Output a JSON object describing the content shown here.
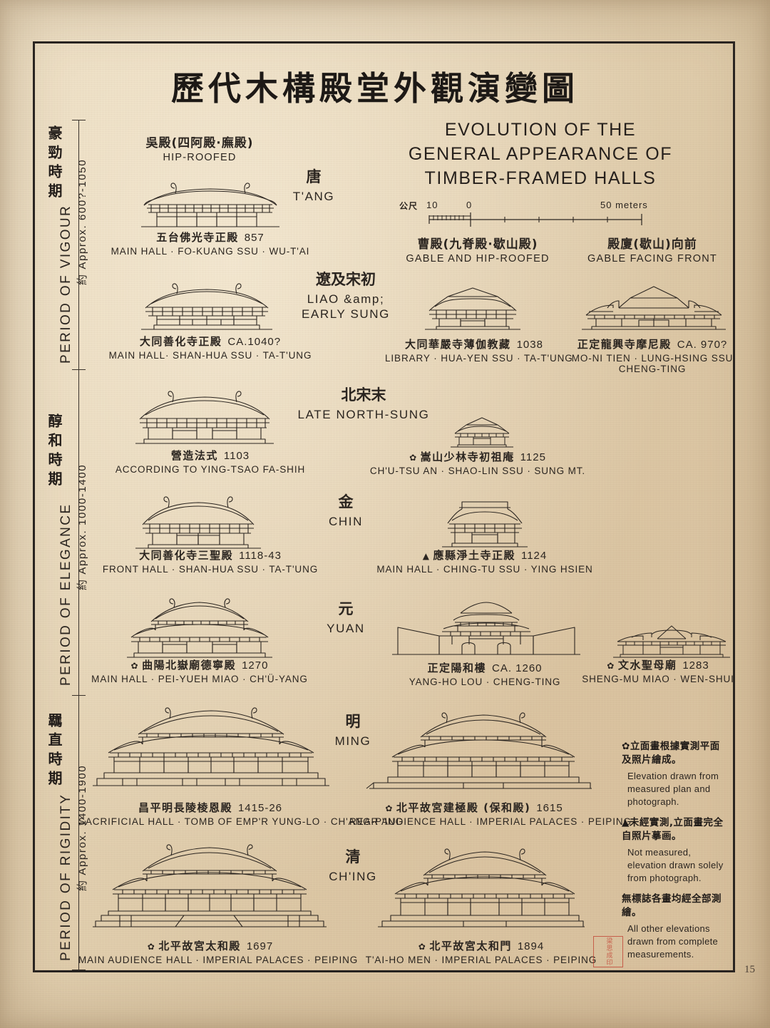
{
  "sheet": {
    "title_cn": "歷代木構殿堂外觀演變圖",
    "title_en_line1": "EVOLUTION OF THE",
    "title_en_line2": "GENERAL APPEARANCE OF",
    "title_en_line3": "TIMBER-FRAMED HALLS",
    "page_number": "15",
    "seal_text": "梁思成印"
  },
  "scale_bar": {
    "left_unit_cn": "公尺",
    "left_tick": "10",
    "zero": "0",
    "right_label": "50 meters"
  },
  "periods": [
    {
      "cn": "豪勁時期",
      "en": "PERIOD OF VIGOUR",
      "years": "約 Approx. 600?-1050"
    },
    {
      "cn": "醇和時期",
      "en": "PERIOD OF ELEGANCE",
      "years": "約 Approx. 1000-1400"
    },
    {
      "cn": "羈直時期",
      "en": "PERIOD OF RIGIDITY",
      "years": "約 Approx. 1400-1900"
    }
  ],
  "roof_types": [
    {
      "cn": "吳殿(四阿殿·廡殿)",
      "en": "HIP-ROOFED"
    },
    {
      "cn": "曹殿(九脊殿·歇山殿)",
      "en": "GABLE AND HIP-ROOFED"
    },
    {
      "cn": "殿廈(歇山)向前",
      "en": "GABLE FACING FRONT"
    }
  ],
  "dynasties": [
    {
      "cn": "唐",
      "en": "T'ANG"
    },
    {
      "cn": "遼及宋初",
      "en": "LIAO &amp;\nEARLY SUNG"
    },
    {
      "cn": "北宋末",
      "en": "LATE NORTH-SUNG"
    },
    {
      "cn": "金",
      "en": "CHIN"
    },
    {
      "cn": "元",
      "en": "YUAN"
    },
    {
      "cn": "明",
      "en": "MING"
    },
    {
      "cn": "清",
      "en": "CH'ING"
    }
  ],
  "buildings": [
    {
      "mark": "",
      "cn": "五台佛光寺正殿",
      "date": "857",
      "en": "MAIN HALL · FO-KUANG SSU · WU-T'AI",
      "en2": ""
    },
    {
      "mark": "",
      "cn": "大同善化寺正殿",
      "date": "CA.1040?",
      "en": "MAIN HALL· SHAN-HUA SSU · TA-T'UNG",
      "en2": ""
    },
    {
      "mark": "",
      "cn": "大同華嚴寺薄伽教藏",
      "date": "1038",
      "en": "LIBRARY · HUA-YEN SSU · TA-T'UNG",
      "en2": ""
    },
    {
      "mark": "",
      "cn": "正定龍興寺摩尼殿",
      "date": "CA. 970?",
      "en": "MO-NI TIEN · LUNG-HSING SSU",
      "en2": "CHENG-TING"
    },
    {
      "mark": "",
      "cn": "營造法式",
      "date": "1103",
      "en": "ACCORDING TO YING-TSAO FA-SHIH",
      "en2": ""
    },
    {
      "mark": "✿",
      "cn": "嵩山少林寺初祖庵",
      "date": "1125",
      "en": "CH'U-TSU AN · SHAO-LIN SSU · SUNG MT.",
      "en2": ""
    },
    {
      "mark": "",
      "cn": "大同善化寺三聖殿",
      "date": "1118-43",
      "en": "FRONT HALL · SHAN-HUA SSU · TA-T'UNG",
      "en2": ""
    },
    {
      "mark": "▲",
      "cn": "應縣淨土寺正殿",
      "date": "1124",
      "en": "MAIN HALL · CHING-TU SSU · YING HSIEN",
      "en2": ""
    },
    {
      "mark": "✿",
      "cn": "曲陽北嶽廟德寧殿",
      "date": "1270",
      "en": "MAIN HALL · PEI-YUEH MIAO · CH'Ü-YANG",
      "en2": ""
    },
    {
      "mark": "",
      "cn": "正定陽和樓",
      "date": "CA. 1260",
      "en": "YANG-HO LOU · CHENG-TING",
      "en2": ""
    },
    {
      "mark": "✿",
      "cn": "文水聖母廟",
      "date": "1283",
      "en": "SHENG-MU MIAO · WEN-SHUI",
      "en2": ""
    },
    {
      "mark": "",
      "cn": "昌平明長陵棱恩殿",
      "date": "1415-26",
      "en": "SACRIFICIAL HALL · TOMB OF EMP'R YUNG-LO · CH'ANG-P'ING",
      "en2": ""
    },
    {
      "mark": "✿",
      "cn": "北平故宮建極殿 (保和殿)",
      "date": "1615",
      "en": "REAR AUDIENCE HALL · IMPERIAL PALACES · PEIPING",
      "en2": ""
    },
    {
      "mark": "✿",
      "cn": "北平故宮太和殿",
      "date": "1697",
      "en": "MAIN AUDIENCE HALL · IMPERIAL PALACES · PEIPING",
      "en2": ""
    },
    {
      "mark": "✿",
      "cn": "北平故宮太和門",
      "date": "1894",
      "en": "T'AI-HO MEN · IMPERIAL PALACES · PEIPING",
      "en2": ""
    }
  ],
  "notes": [
    {
      "symbol": "✿",
      "cn": "立面畫根據實測平面及照片繪成。",
      "en": "Elevation drawn from measured plan and photograph."
    },
    {
      "symbol": "▲",
      "cn": "未經實測,立面畫完全自照片摹画。",
      "en": "Not measured, elevation drawn solely from photograph."
    },
    {
      "symbol": "",
      "cn": "無標誌各畫均經全部測繪。",
      "en": "All other elevations drawn from complete measurements."
    }
  ]
}
